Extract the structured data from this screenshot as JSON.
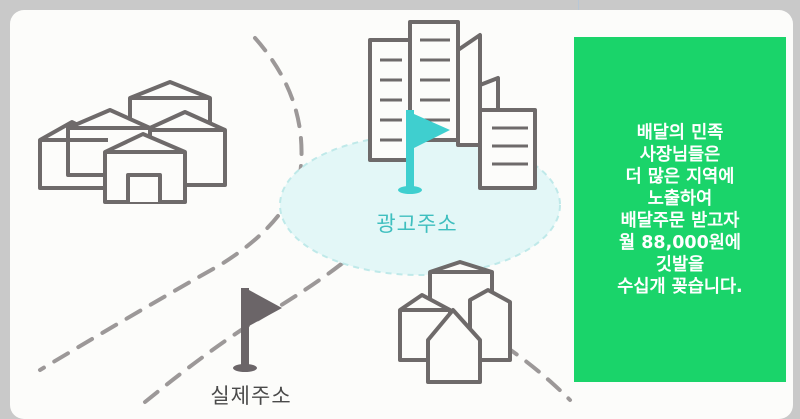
{
  "scene": {
    "ad_address_label": "광고주소",
    "real_address_label": "실제주소",
    "colors": {
      "ad_accent": "#3fcfcf",
      "sketch_stroke": "#6e6a6a",
      "flag_dark": "#6b6568",
      "notice_bg": "#1ad46a"
    },
    "icons": [
      "house-cluster-icon",
      "building-cluster-icon",
      "small-house-cluster-icon",
      "teal-flag-icon",
      "dark-flag-icon"
    ]
  },
  "notice": {
    "lines": [
      "배달의 민족",
      "사장님들은",
      "더 많은 지역에",
      "노출하여",
      "배달주문 받고자",
      "월 88,000원에",
      "깃발을",
      "수십개 꽂습니다."
    ]
  }
}
